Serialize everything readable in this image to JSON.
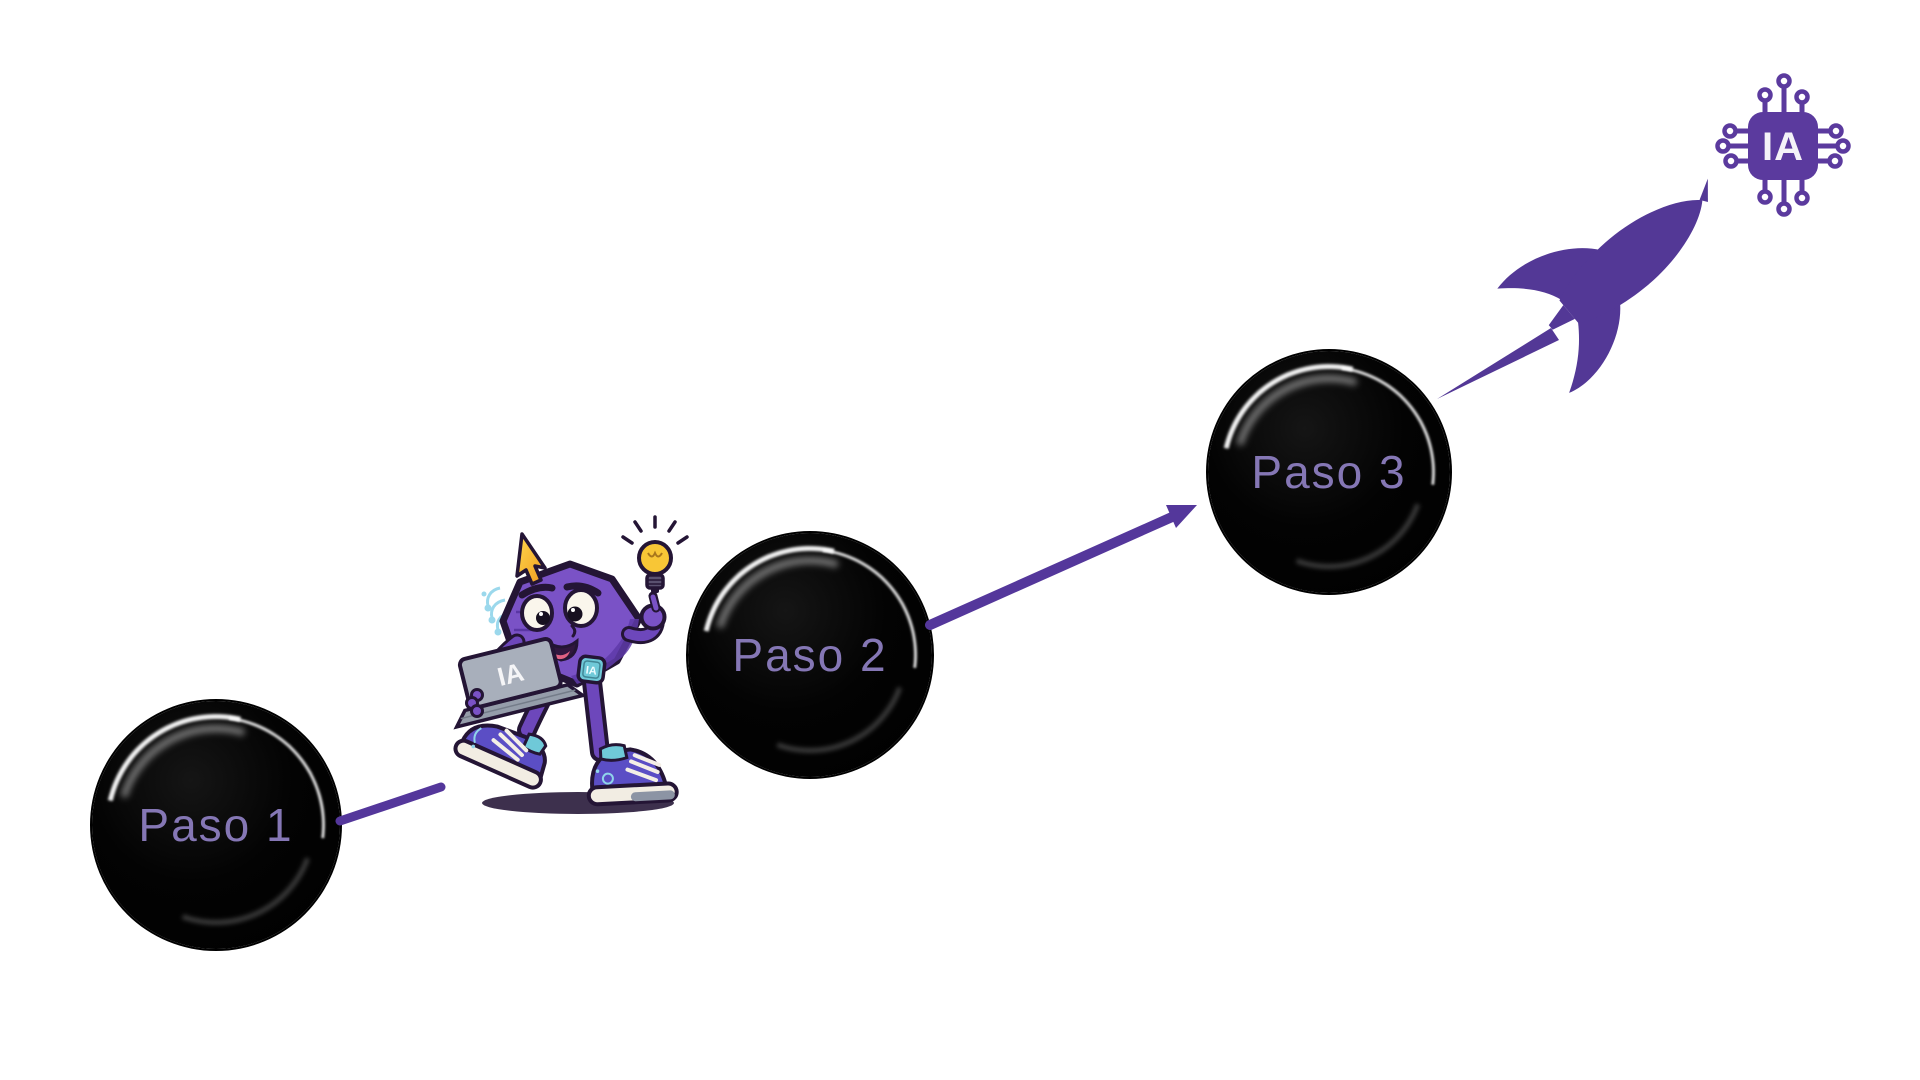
{
  "diagram": {
    "background": "#ffffff",
    "steps": [
      {
        "label": "Paso 1"
      },
      {
        "label": "Paso 2"
      },
      {
        "label": "Paso 3"
      }
    ],
    "chip": {
      "label": "IA"
    },
    "mascot": {
      "laptop_label": "IA",
      "badge_label": "IA"
    },
    "icons": {
      "chip": "ia-chip-icon",
      "rocket": "rocket-icon",
      "mascot": "ai-robot-mascot",
      "lightbulb": "lightbulb-icon",
      "cursor": "cursor-arrow-icon"
    },
    "colors": {
      "connector_purple": "#54379b",
      "step_label_purple": "#8577b5",
      "circle_black": "#000000",
      "chip_purple": "#5b3a9e",
      "rocket_purple": "#533896",
      "teal": "#6fc9d8",
      "bulb_yellow": "#f8c636"
    }
  }
}
